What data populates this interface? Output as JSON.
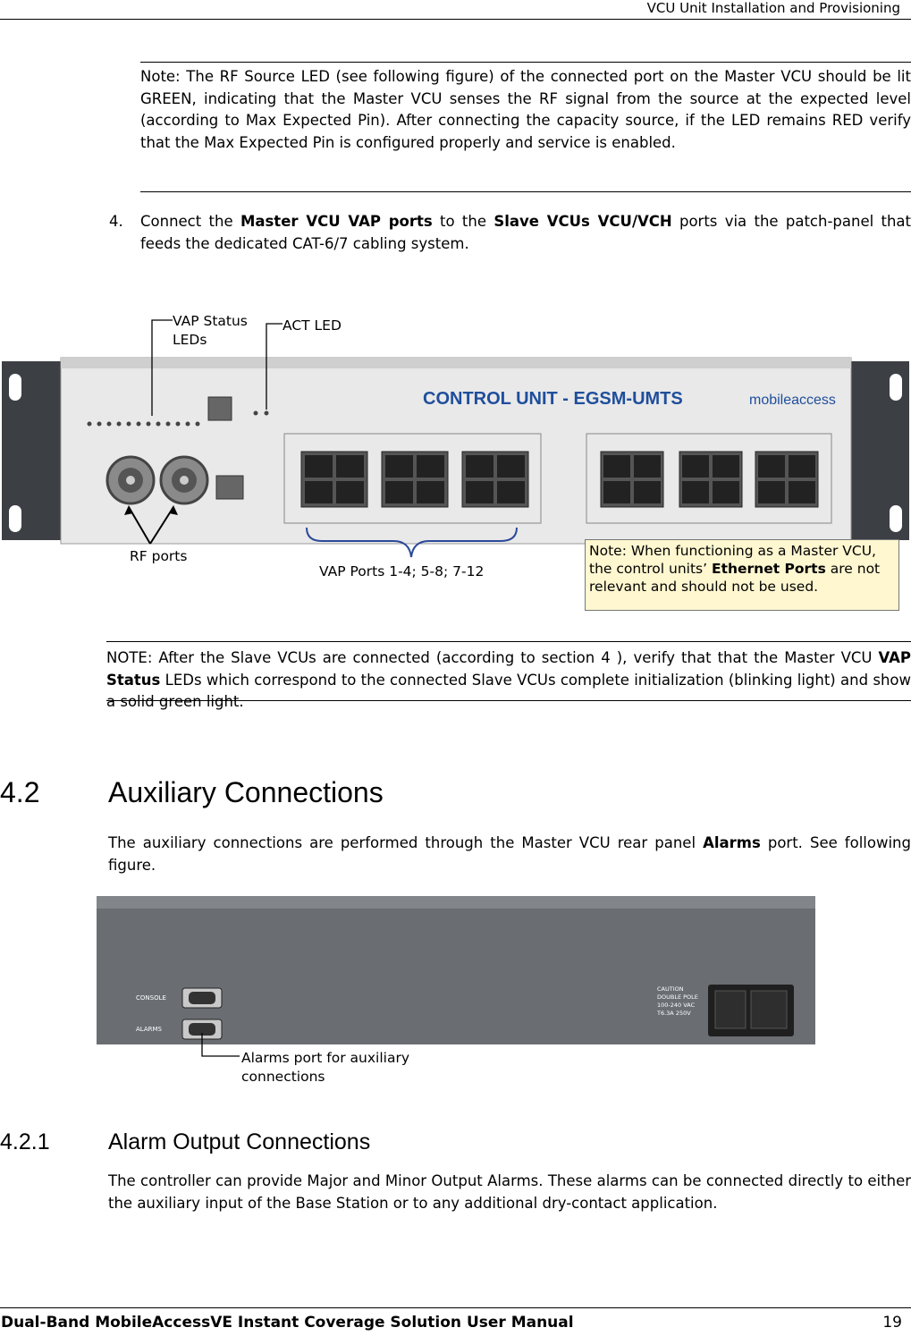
{
  "header": {
    "title": "VCU Unit Installation and Provisioning"
  },
  "note1": "Note: The RF Source LED (see following figure) of the connected port on the Master VCU should be lit GREEN, indicating that the Master VCU senses the RF signal from the source at the expected level (according to Max Expected Pin). After connecting the capacity source, if the LED remains RED verify that the Max Expected Pin is configured properly and service is enabled.",
  "step4": {
    "number": "4.",
    "text_a": "Connect the ",
    "bold_a": "Master VCU VAP ports",
    "text_b": " to the ",
    "bold_b": "Slave VCUs VCU/VCH",
    "text_c": " ports via the patch-panel that feeds the dedicated CAT-6/7 cabling system."
  },
  "front_panel": {
    "unit_title": "CONTROL UNIT - EGSM-UMTS",
    "brand": "mobileaccess",
    "labels": {
      "vap_status_leds": [
        "VAP Status",
        "LEDs"
      ],
      "act_led": "ACT LED",
      "rf_ports": "RF ports",
      "vap_ports": "VAP Ports 1-4; 5-8; 7-12"
    },
    "note_a": "Note: When functioning as a Master VCU, the control units’ ",
    "note_bold": "Ethernet Ports",
    "note_b": " are not relevant and should not be used."
  },
  "note2": {
    "a": "NOTE: After the Slave VCUs are connected (according to section 4 ), verify that that the Master VCU ",
    "bold": "VAP Status",
    "b": " LEDs which correspond to the connected Slave VCUs complete initialization (blinking light) and show a solid green light."
  },
  "section_4_2": {
    "number": "4.2",
    "title": "Auxiliary Connections",
    "text_a": "The auxiliary connections are performed through the Master VCU rear panel ",
    "bold": "Alarms",
    "text_b": " port. See following figure."
  },
  "rear_panel": {
    "label": [
      "Alarms port for auxiliary",
      "connections"
    ]
  },
  "section_4_2_1": {
    "number": "4.2.1",
    "title": "Alarm Output Connections",
    "text": "The controller can provide Major and Minor Output Alarms. These alarms can be connected directly to either the auxiliary input of the Base Station or to any additional dry-contact application."
  },
  "footer": {
    "title": "Dual-Band MobileAccessVE Instant Coverage Solution User Manual",
    "page": "19"
  }
}
